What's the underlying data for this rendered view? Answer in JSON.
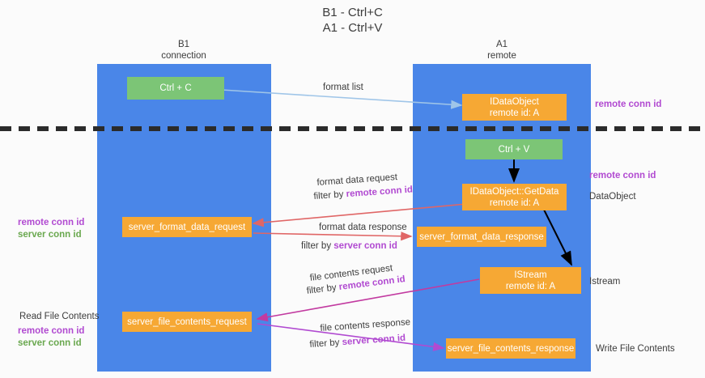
{
  "title": {
    "line1": "B1 - Ctrl+C",
    "line2": "A1 - Ctrl+V"
  },
  "colors": {
    "lane": "#4a86e8",
    "node_orange": "#f6a834",
    "node_green": "#7cc576",
    "purple": "#b14ad1",
    "green_text": "#6aa84f",
    "arrow_blue": "#9fc5e8",
    "arrow_red": "#e06666",
    "arrow_magenta": "#c23aa0",
    "arrow_purple": "#b14ad1",
    "arrow_black": "#000000",
    "divider": "#2b2b2b",
    "background": "#fbfbfb"
  },
  "lanes": [
    {
      "id": "b1",
      "name": "B1",
      "subtitle": "connection"
    },
    {
      "id": "a1",
      "name": "A1",
      "subtitle": "remote"
    }
  ],
  "nodes": {
    "ctrl_c": {
      "label": "Ctrl + C",
      "style": "green"
    },
    "ctrl_v": {
      "label": "Ctrl + V",
      "style": "green"
    },
    "idataobject": {
      "line1": "IDataObject",
      "line2": "remote id: A",
      "style": "orange"
    },
    "getdata": {
      "line1": "IDataObject::GetData",
      "line2": "remote id: A",
      "style": "orange"
    },
    "istream": {
      "line1": "IStream",
      "line2": "remote id: A",
      "style": "orange"
    },
    "server_format_data_request": {
      "label": "server_format_data_request",
      "style": "orange"
    },
    "server_format_data_response": {
      "label": "server_format_data_response",
      "style": "orange"
    },
    "server_file_contents_request": {
      "label": "server_file_contents_request",
      "style": "orange"
    },
    "server_file_contents_response": {
      "label": "server_file_contents_response",
      "style": "orange"
    }
  },
  "edge_labels": {
    "format_list": "format list",
    "format_data_request": "format data request",
    "format_data_request_filter_prefix": "filter by ",
    "format_data_request_filter_key": "remote conn id",
    "format_data_response": "format data response",
    "format_data_response_filter_prefix": "filter by ",
    "format_data_response_filter_key": "server conn id",
    "file_contents_request": "file contents request",
    "file_contents_request_filter_prefix": "filter by ",
    "file_contents_request_filter_key": "remote conn id",
    "file_contents_response": "file contents response",
    "file_contents_response_filter_prefix": "filter by ",
    "file_contents_response_filter_key": "server conn id"
  },
  "annotations": {
    "right_top_remote_conn_id": "remote conn id",
    "right_mid_remote_conn_id": "remote conn id",
    "right_dataobject": "DataObject",
    "right_istream": "Istream",
    "right_write_file_contents": "Write File Contents",
    "left_mid_remote_conn_id": "remote conn id",
    "left_mid_server_conn_id": "server conn id",
    "left_read_file_contents": "Read File Contents",
    "left_bottom_remote_conn_id": "remote conn id",
    "left_bottom_server_conn_id": "server conn id"
  }
}
